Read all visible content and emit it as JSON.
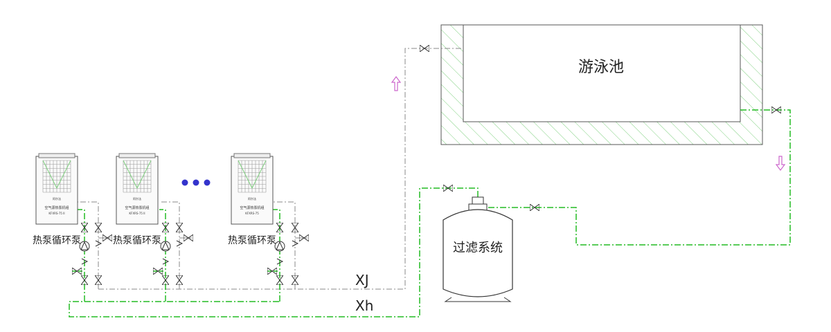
{
  "pool": {
    "label": "游泳池"
  },
  "filter": {
    "label": "过滤系统"
  },
  "heat_pumps": [
    {
      "pump_label": "热泵循环泵",
      "brand": "阿尔法",
      "plate_line1": "空气源热泵机组",
      "plate_line2": "KFXRS-75 II"
    },
    {
      "pump_label": "热泵循环泵",
      "brand": "阿尔法",
      "plate_line1": "空气源热泵机组",
      "plate_line2": "KFXRS-75 II"
    },
    {
      "pump_label": "热泵循环泵",
      "brand": "阿尔法",
      "plate_line1": "空气源热泵机组",
      "plate_line2": "KFXRS-75"
    }
  ],
  "pipes": {
    "supply_label": "XJ",
    "return_label": "Xh"
  },
  "colors": {
    "green_pipe": "#22bb22",
    "gray_pipe": "#888888",
    "hatch": "#7fd07f",
    "arrow": "#cc66cc",
    "ellipsis_dot": "#3333cc"
  },
  "icons": {
    "valve": "gate-valve-icon",
    "check": "check-valve-icon",
    "pump": "pump-icon",
    "flow_arrow": "flow-arrow-icon"
  }
}
